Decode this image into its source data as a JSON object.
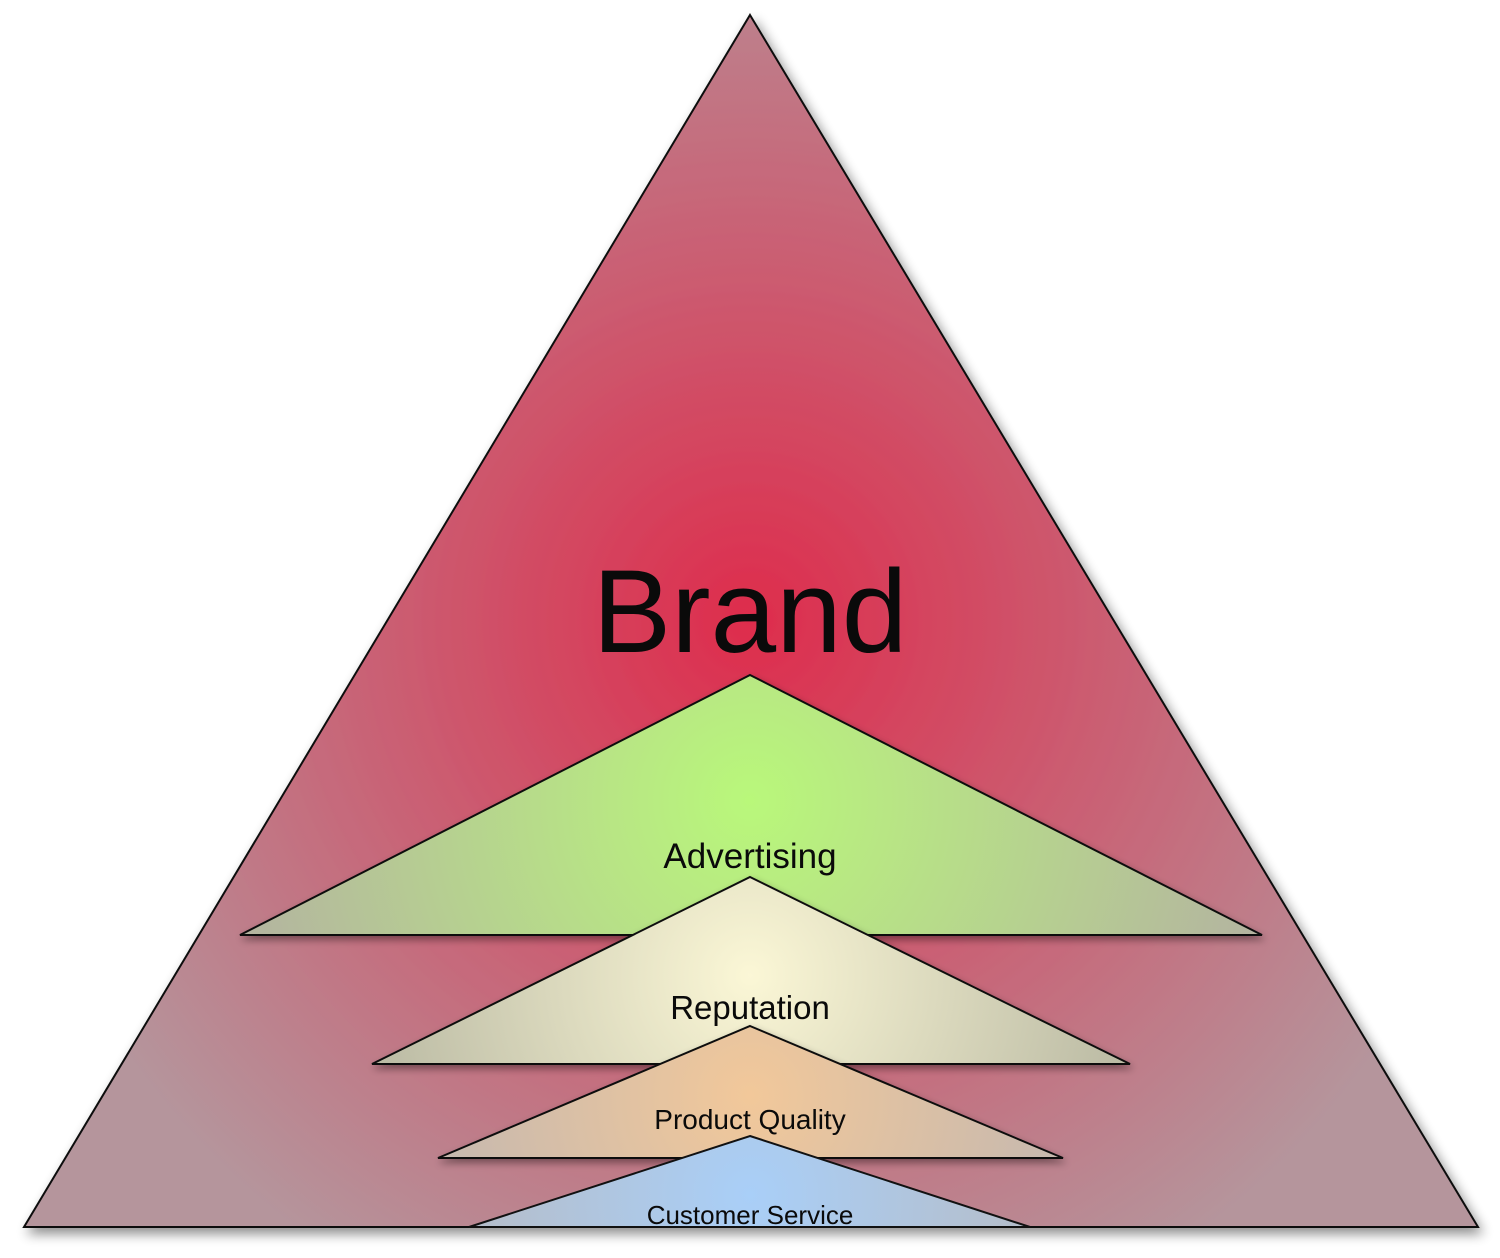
{
  "diagram": {
    "main": {
      "label": "Brand",
      "color_center": "#de2c4c",
      "color_edge": "#b5959c"
    },
    "layers": [
      {
        "label": "Advertising",
        "color_center": "#b9f87a",
        "color_edge": "#b4b4a0"
      },
      {
        "label": "Reputation",
        "color_center": "#fbf7d6",
        "color_edge": "#b8b8a2"
      },
      {
        "label": "Product Quality",
        "color_center": "#f2c89a",
        "color_edge": "#c4b8b0"
      },
      {
        "label": "Customer Service",
        "color_center": "#a9cff8",
        "color_edge": "#b6bcc6"
      }
    ]
  }
}
